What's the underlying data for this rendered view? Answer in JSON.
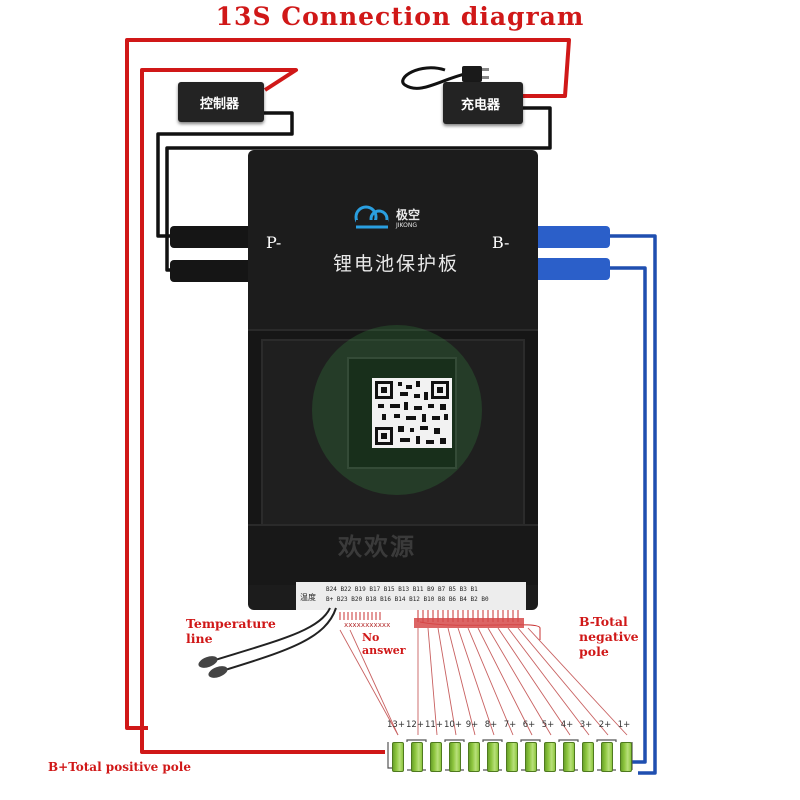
{
  "title": "13S Connection diagram",
  "devices": {
    "controller_label": "控制器",
    "charger_label": "充电器"
  },
  "board": {
    "brand_name": "极空",
    "brand_sub": "JIKONG",
    "product_name": "锂电池保护板",
    "p_minus": "P-",
    "b_minus": "B-",
    "temp_header": "温度",
    "pins_top": "B24 B22 B19 B17 B15 B13 B11  B9  B7  B5  B3  B1",
    "pins_bottom": "B+ B23 B20 B18 B16 B14 B12 B10  B8  B6  B4  B2  B0",
    "pin_markers": "xxxxxxxxxxx",
    "watermark": "欢欢源"
  },
  "labels": {
    "temperature_line": [
      "Temperature",
      "line"
    ],
    "no_answer": [
      "No",
      "answer"
    ],
    "b_total_negative": [
      "B-Total",
      "negative",
      "pole"
    ],
    "b_total_positive": "B+Total positive pole"
  },
  "cells": [
    "13+",
    "12+",
    "11+",
    "10+",
    "9+",
    "8+",
    "7+",
    "6+",
    "5+",
    "4+",
    "3+",
    "2+",
    "1+"
  ],
  "colors": {
    "red": "#d01818",
    "blue": "#1f4fb0",
    "board": "#1c1c1c",
    "cell_green": "#8ec63f"
  }
}
